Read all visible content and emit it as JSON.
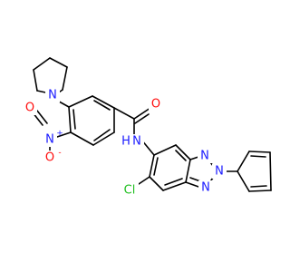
{
  "colors": {
    "bond": "#000000",
    "nitrogen": "#1a1aff",
    "oxygen": "#ff0d0d",
    "chlorine": "#1fbf1f",
    "carbon_hydrogen": "#000000"
  },
  "atoms": {
    "n_pyrrolidine": "N",
    "n_nitro": "N",
    "n_nitro_charge": "+",
    "o_nitro": "O",
    "o_nitro_charge": "-",
    "o_amide": "O",
    "n_amide": "N",
    "h_amide": "H",
    "n_triazole_1": "N",
    "n_triazole_2": "N",
    "n_triazole_3": "N",
    "chlorine": "Cl"
  }
}
